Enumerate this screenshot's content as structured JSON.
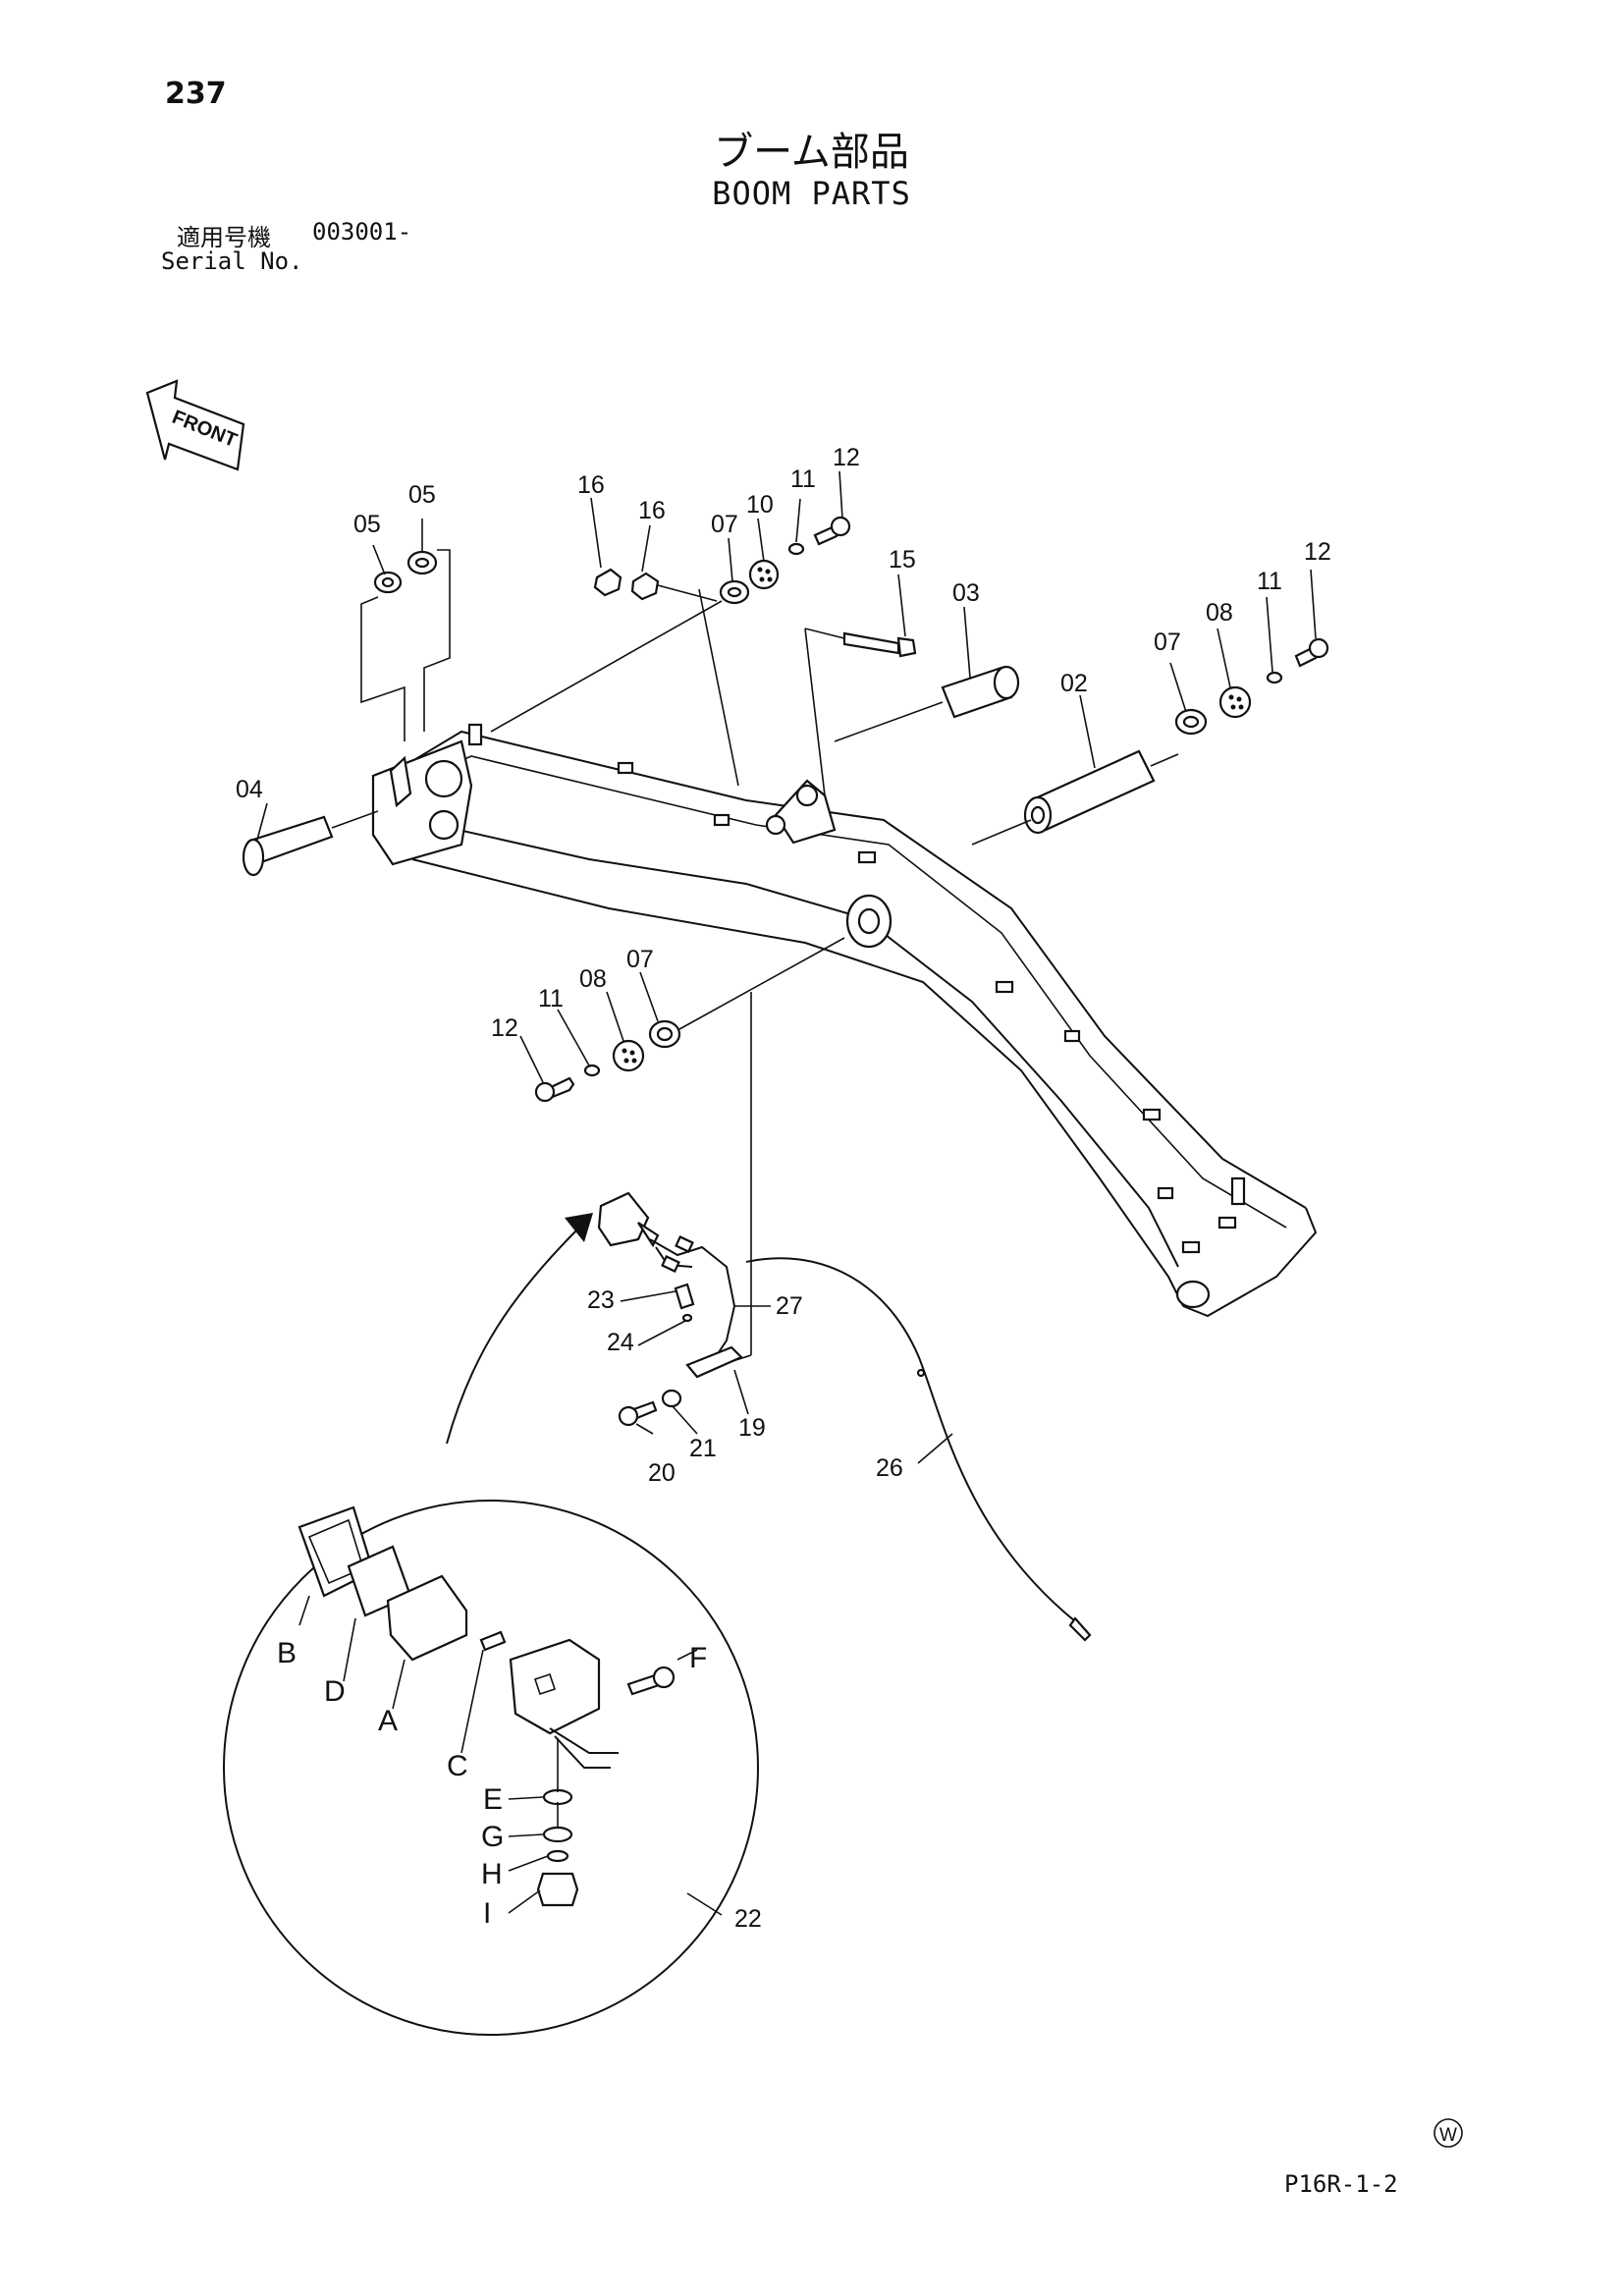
{
  "header": {
    "page_number": "237",
    "title_jp": "ブーム部品",
    "title_en": "BOOM PARTS",
    "serial_label_jp": "適用号機",
    "serial_value": "003001-",
    "serial_label_en": "Serial No."
  },
  "front_arrow": {
    "label": "FRONT"
  },
  "callouts": {
    "c02": "02",
    "c03": "03",
    "c04": "04",
    "c05a": "05",
    "c05b": "05",
    "c07a": "07",
    "c07b": "07",
    "c07c": "07",
    "c08a": "08",
    "c08b": "08",
    "c10": "10",
    "c11a": "11",
    "c11b": "11",
    "c11c": "11",
    "c12a": "12",
    "c12b": "12",
    "c12c": "12",
    "c15": "15",
    "c16a": "16",
    "c16b": "16",
    "c19": "19",
    "c20": "20",
    "c21": "21",
    "c22": "22",
    "c23": "23",
    "c24": "24",
    "c26": "26",
    "c27": "27"
  },
  "lamp_letters": {
    "A": "A",
    "B": "B",
    "C": "C",
    "D": "D",
    "E": "E",
    "F": "F",
    "G": "G",
    "H": "H",
    "I": "I"
  },
  "footer": {
    "circle_mark": "W",
    "figure_code": "P16R-1-2"
  }
}
